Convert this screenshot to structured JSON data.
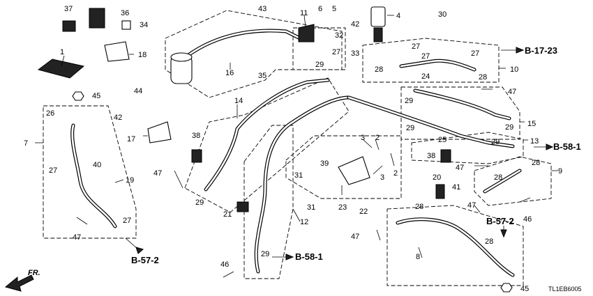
{
  "diagram": {
    "drawing_code": "TL1EB6005",
    "front_label": "FR.",
    "callouts": [
      "1",
      "2",
      "3",
      "4",
      "5",
      "6",
      "7",
      "8",
      "9",
      "10",
      "11",
      "12",
      "13",
      "14",
      "15",
      "16",
      "17",
      "18",
      "19",
      "20",
      "21",
      "22",
      "23",
      "24",
      "25",
      "26",
      "27",
      "28",
      "29",
      "30",
      "31",
      "32",
      "33",
      "34",
      "35",
      "36",
      "37",
      "38",
      "39",
      "40",
      "41",
      "42",
      "43",
      "44",
      "45",
      "46",
      "47"
    ],
    "refs": {
      "b17_23": "B-17-23",
      "b58_1": "B-58-1",
      "b57_2": "B-57-2"
    }
  }
}
